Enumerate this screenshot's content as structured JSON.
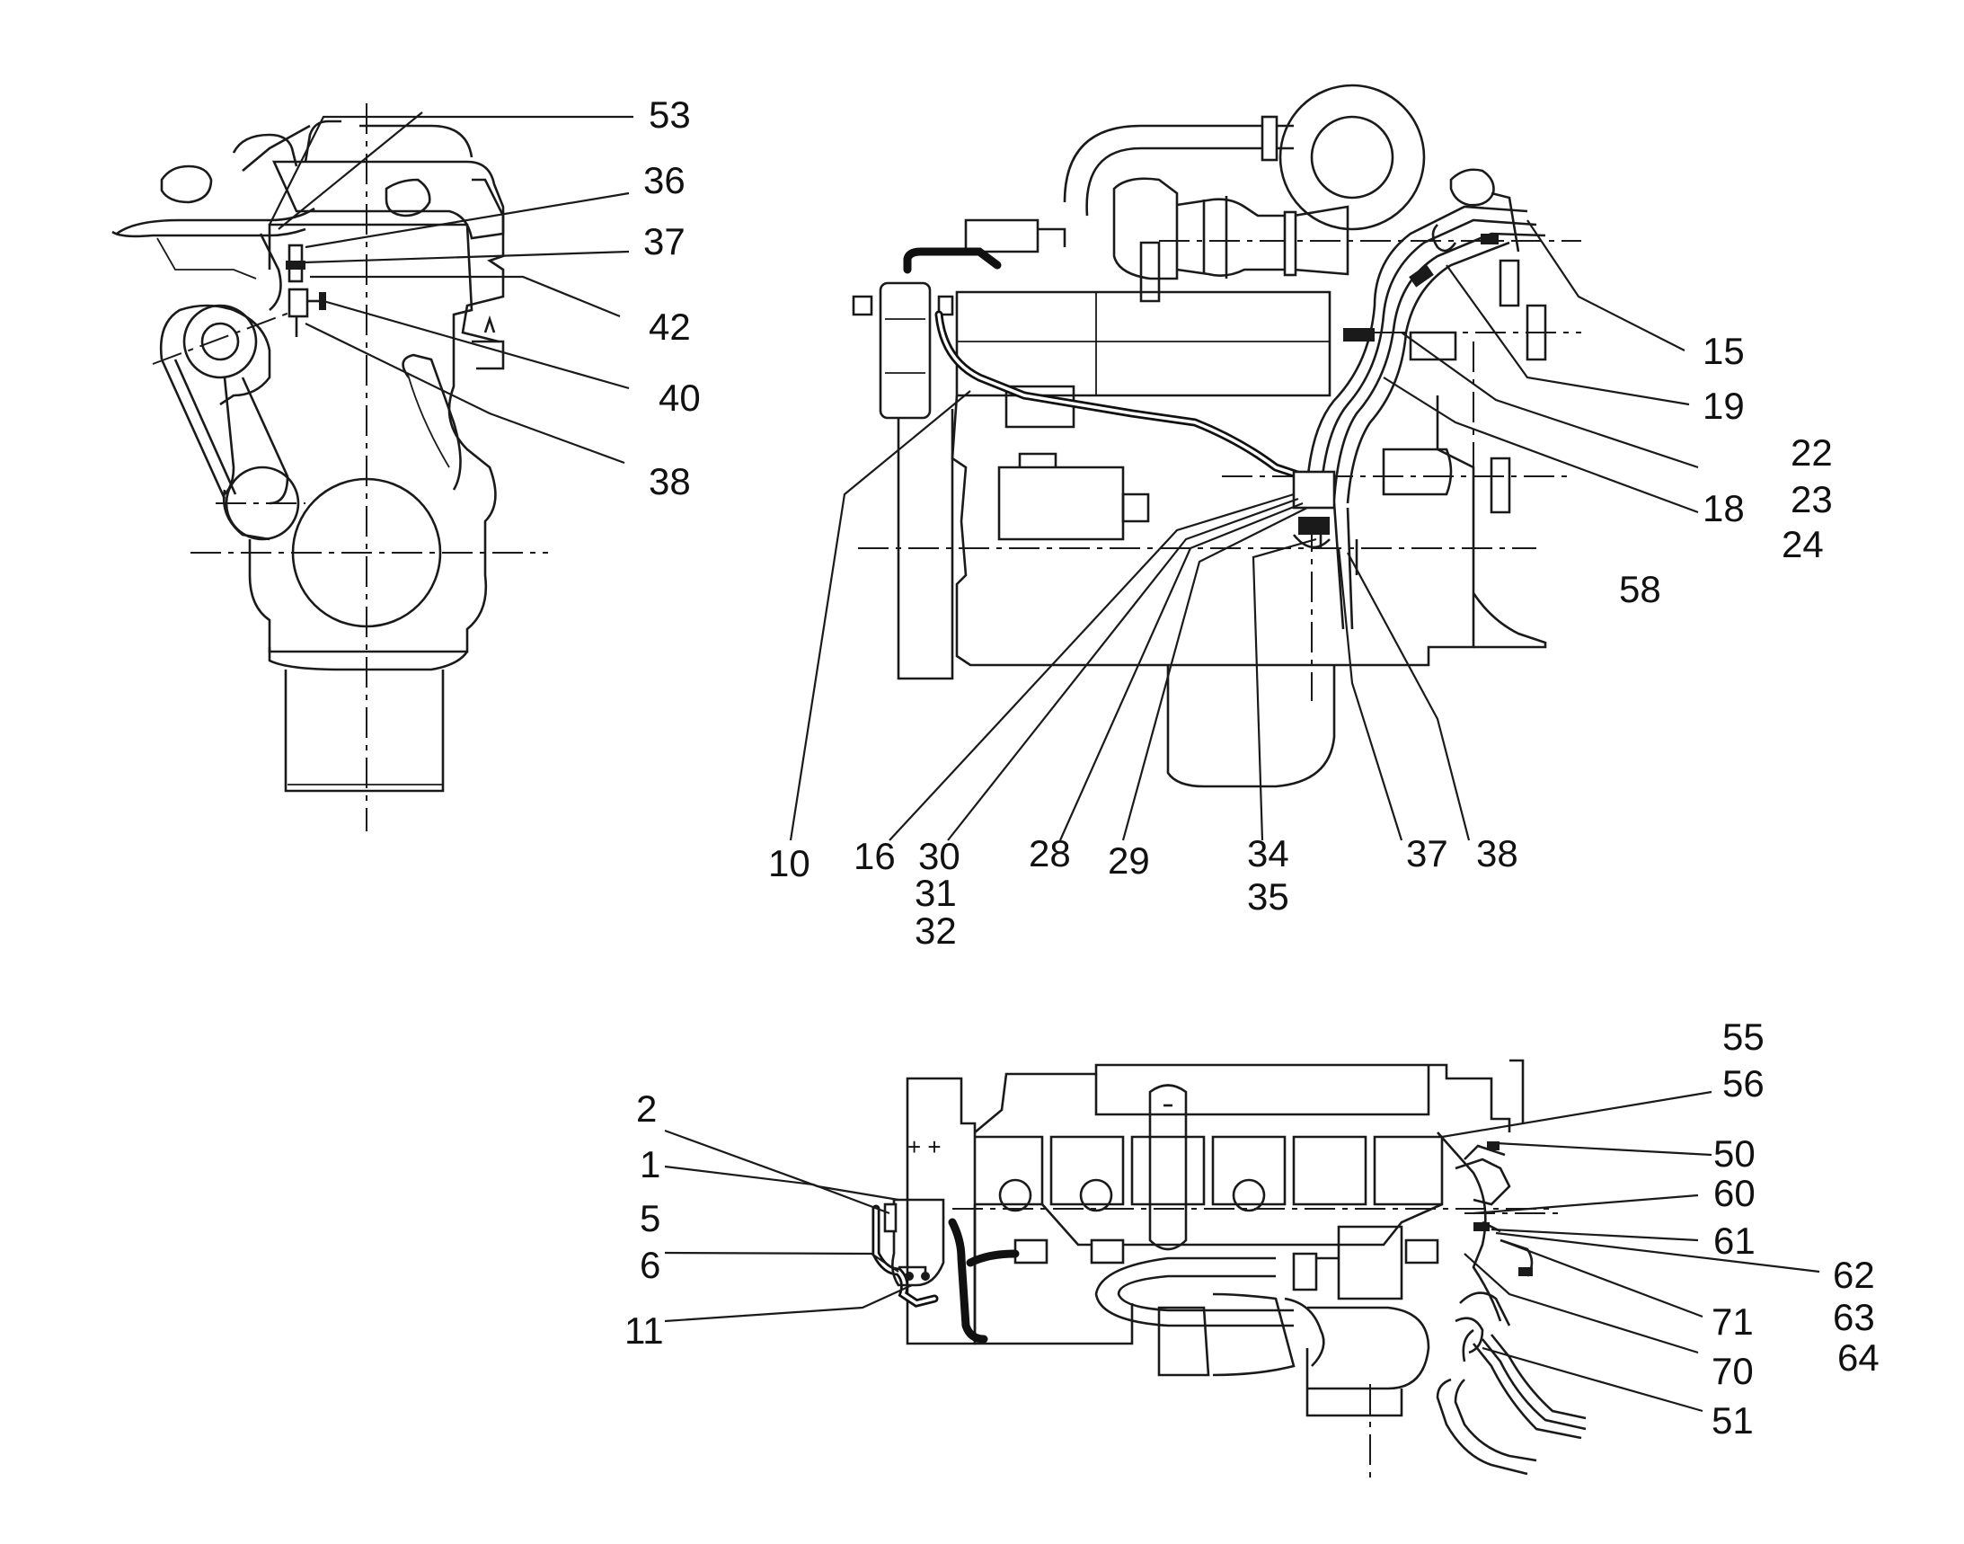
{
  "callouts": {
    "left_view": [
      "53",
      "36",
      "37",
      "42",
      "40",
      "38"
    ],
    "top_view_right": [
      "15",
      "19",
      "22",
      "23",
      "24",
      "18",
      "58"
    ],
    "top_view_bottom": [
      "10",
      "16",
      "30",
      "31",
      "32",
      "28",
      "29",
      "34",
      "35",
      "37",
      "38"
    ],
    "bottom_view_left": [
      "2",
      "1",
      "5",
      "6",
      "11"
    ],
    "bottom_view_right": [
      "55",
      "56",
      "50",
      "60",
      "61",
      "62",
      "63",
      "64",
      "71",
      "70",
      "51"
    ]
  }
}
